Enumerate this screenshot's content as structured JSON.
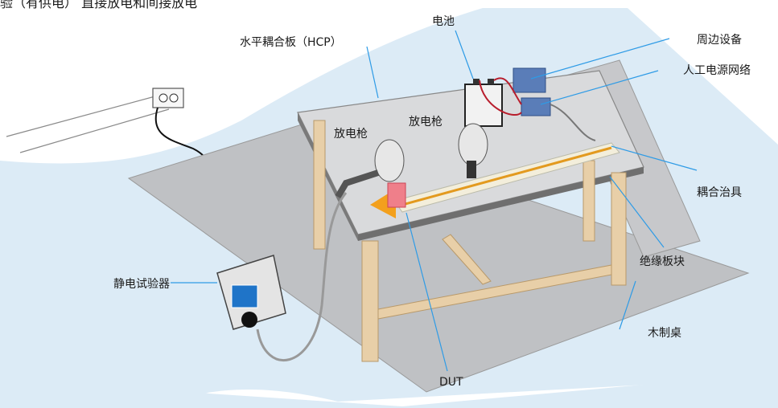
{
  "title": "验（有供电） 直接放电和间接放电",
  "labels": {
    "battery": "电池",
    "hcp": "水平耦合板（HCP）",
    "peripheral": "周边设备",
    "artificial_network": "人工电源网络",
    "gun_left": "放电枪",
    "gun_right": "放电枪",
    "coupling_fixture": "耦合治具",
    "insulating_block": "绝缘板块",
    "esd_tester": "静电试验器",
    "wooden_table": "木制桌",
    "dut": "DUT"
  }
}
